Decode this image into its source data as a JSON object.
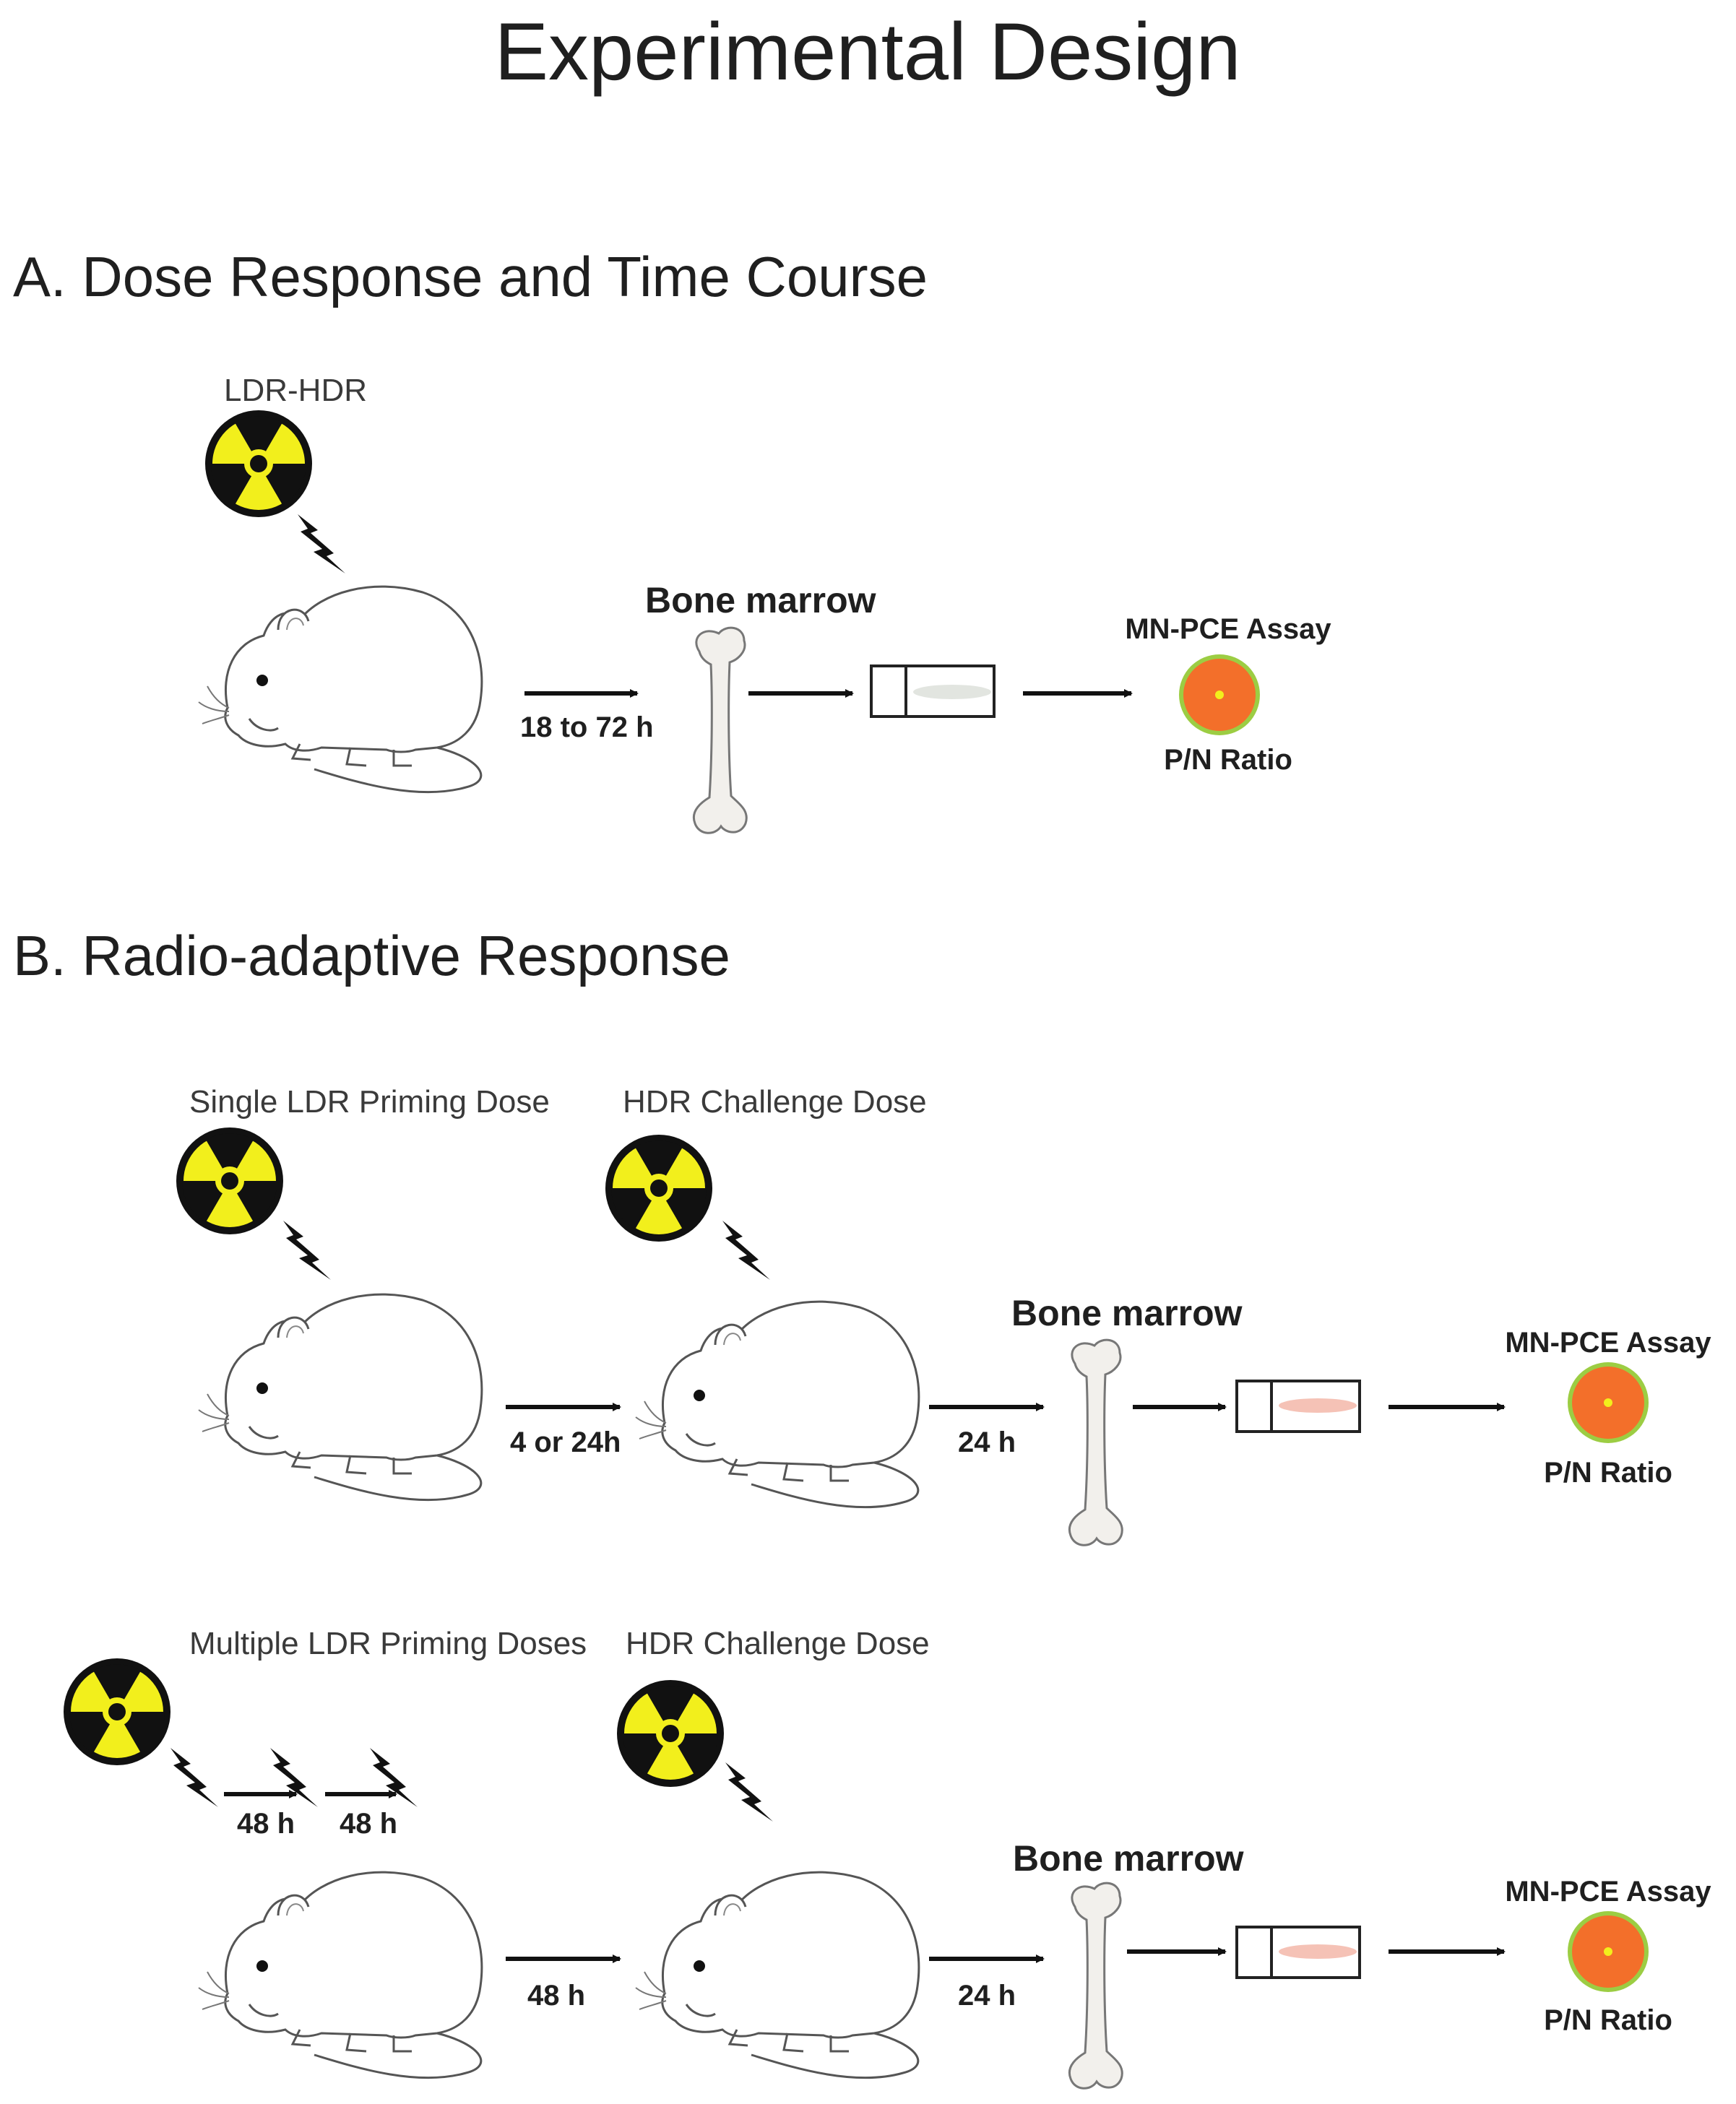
{
  "title": "Experimental Design",
  "section_a": {
    "heading": "A. Dose Response and Time Course",
    "source_label": "LDR-HDR",
    "arrow1_label": "18 to 72 h",
    "bone_label": "Bone marrow",
    "assay_label": "MN-PCE Assay",
    "ratio_label": "P/N Ratio"
  },
  "section_b": {
    "heading": "B. Radio-adaptive Response",
    "row1": {
      "priming_label": "Single LDR Priming Dose",
      "challenge_label": "HDR Challenge Dose",
      "interval_label": "4 or 24h",
      "harvest_label": "24 h",
      "bone_label": "Bone marrow",
      "assay_label": "MN-PCE Assay",
      "ratio_label": "P/N Ratio"
    },
    "row2": {
      "priming_label": "Multiple LDR Priming Doses",
      "challenge_label": "HDR Challenge Dose",
      "priming_interval_1": "48 h",
      "priming_interval_2": "48 h",
      "interval_label": "48 h",
      "harvest_label": "24 h",
      "bone_label": "Bone marrow",
      "assay_label": "MN-PCE Assay",
      "ratio_label": "P/N Ratio"
    }
  },
  "colors": {
    "radiation_yellow": "#f2ef1c",
    "dish_orange": "#f36f2a",
    "dish_ring": "#9ccd43",
    "smear_a": "#e2e5e0",
    "smear_b": "#f5c2b6"
  }
}
